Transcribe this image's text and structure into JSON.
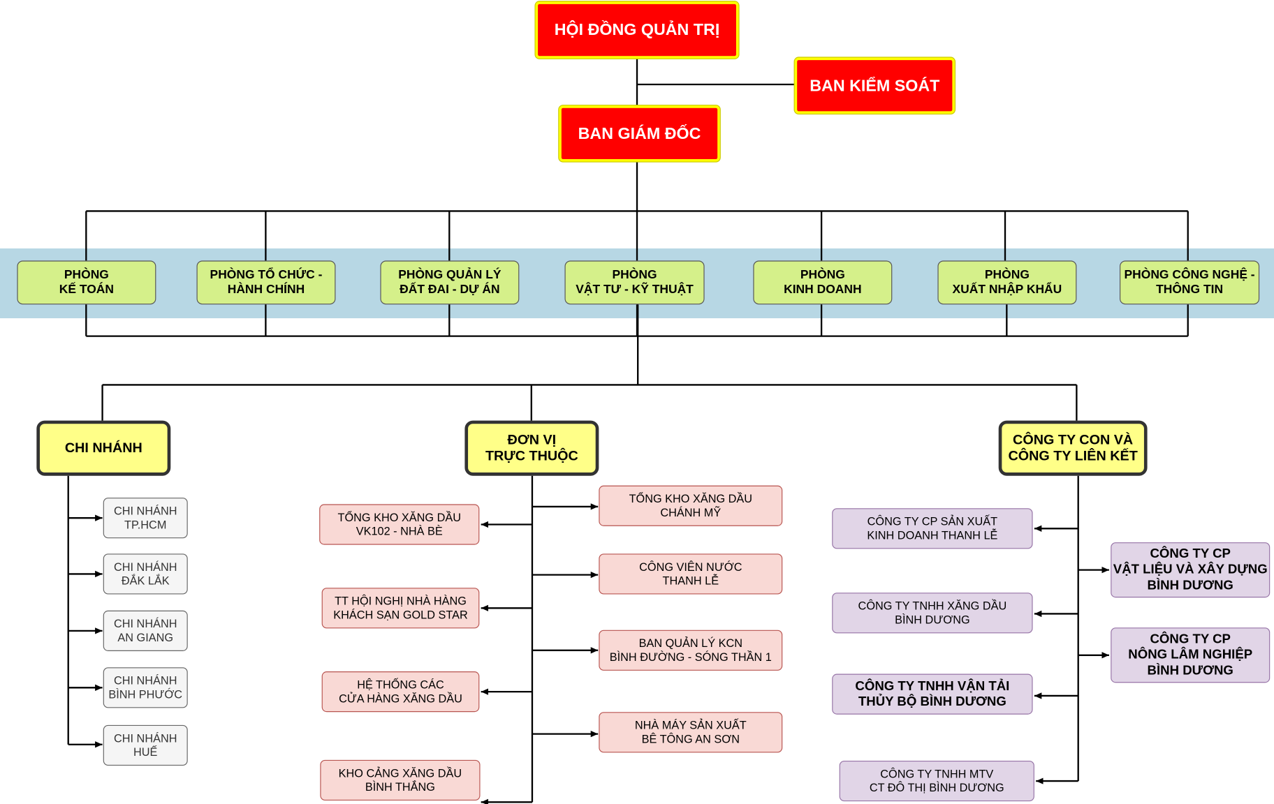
{
  "colors": {
    "board": "#ff0000",
    "board_border": "#ffff00",
    "department": "#d5f08a",
    "department_band": "#b7d7e4",
    "group": "#ffff88",
    "branch": "#f5f5f5",
    "unit": "#f9d9d5",
    "company": "#e1d5e7"
  },
  "top": {
    "board": "HỘI ĐỒNG QUẢN TRỊ",
    "supervisory": "BAN KIỂM SOÁT",
    "directors": "BAN GIÁM ĐỐC"
  },
  "departments": [
    "PHÒNG\nKẾ TOÁN",
    "PHÒNG TỔ CHỨC -\nHÀNH CHÍNH",
    "PHÒNG QUẢN LÝ\nĐẤT ĐAI - DỰ ÁN",
    "PHÒNG\nVẬT TƯ - KỸ THUẬT",
    "PHÒNG\nKINH DOANH",
    "PHÒNG\nXUẤT NHẬP KHẨU",
    "PHÒNG CÔNG NGHỆ -\nTHÔNG TIN"
  ],
  "groups": {
    "branches": {
      "title": "CHI NHÁNH",
      "items": [
        "CHI NHÁNH\nTP.HCM",
        "CHI NHÁNH\nĐẮK LẮK",
        "CHI NHÁNH\nAN GIANG",
        "CHI NHÁNH\nBÌNH PHƯỚC",
        "CHI NHÁNH\nHUẾ"
      ]
    },
    "units": {
      "title": "ĐƠN VỊ\nTRỰC THUỘC",
      "left": [
        "TỔNG KHO XĂNG DẦU\nVK102 - NHÀ BÈ",
        "TT HỘI NGHỊ NHÀ HÀNG\nKHÁCH SẠN GOLD STAR",
        "HỆ THỐNG CÁC\nCỬA HÀNG XĂNG DẦU",
        "KHO CẢNG XĂNG DẦU\nBÌNH THẮNG"
      ],
      "right": [
        "TỔNG KHO XĂNG DẦU\nCHÁNH MỸ",
        "CÔNG VIÊN NƯỚC\nTHANH LỄ",
        "BAN QUẢN LÝ KCN\nBÌNH ĐƯỜNG - SÓNG THẦN 1",
        "NHÀ MÁY SẢN XUẤT\nBÊ TÔNG AN SƠN"
      ]
    },
    "companies": {
      "title": "CÔNG TY CON  VÀ\nCÔNG TY LIÊN KẾT",
      "left": [
        "CÔNG TY CP SẢN XUẤT\nKINH DOANH THANH LỄ",
        "CÔNG TY TNHH XĂNG DẦU\nBÌNH DƯƠNG",
        "CÔNG TY TNHH VẬN TẢI\nTHỦY BỘ BÌNH DƯƠNG",
        "CÔNG TY TNHH MTV\nCT ĐÔ THỊ BÌNH DƯƠNG"
      ],
      "right": [
        "CÔNG TY CP\nVẬT LIỆU VÀ XÂY DỰNG\nBÌNH DƯƠNG",
        "CÔNG TY CP\nNÔNG LÂM NGHIỆP\nBÌNH DƯƠNG"
      ]
    }
  }
}
